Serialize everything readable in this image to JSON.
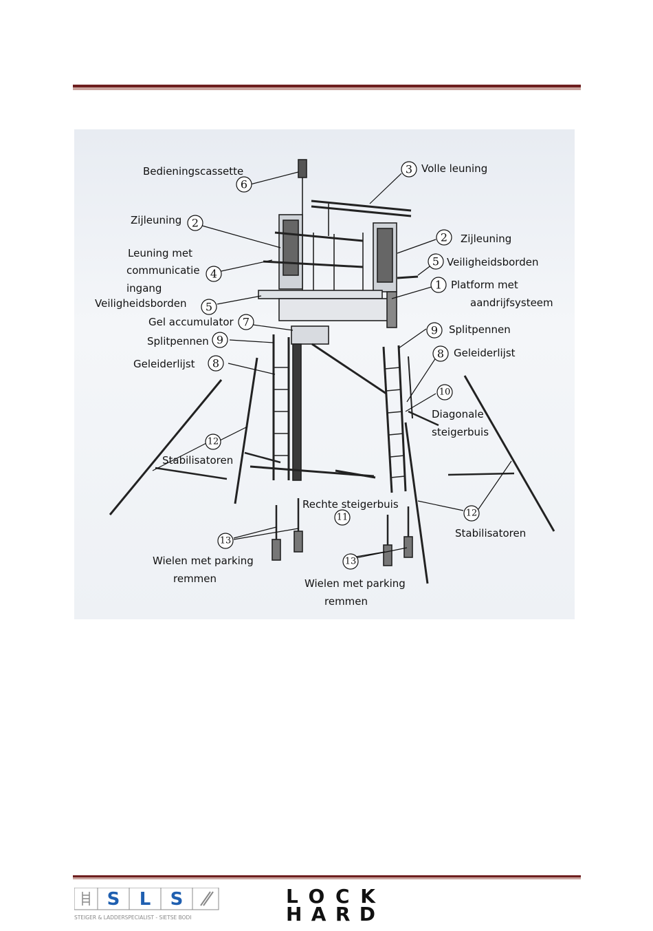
{
  "colors": {
    "rule_dark": "#6e1f1f",
    "rule_light": "#c9a49e",
    "callout": "#111111",
    "sls_blue": "#1f5fb0"
  },
  "labels": {
    "bedieningscassette": "Bedieningscassette",
    "volle_leuning": "Volle leuning",
    "zijleuning_left": "Zijleuning",
    "zijleuning_right": "Zijleuning",
    "leuning_line1": "Leuning met",
    "leuning_line2": "communicatie",
    "leuning_line3": "ingang",
    "veiligheidsborden_left": "Veiligheidsborden",
    "veiligheidsborden_right": "Veiligheidsborden",
    "platform_line1": "Platform met",
    "platform_line2": "aandrijfsysteem",
    "gel_accumulator": "Gel accumulator",
    "splitpennen_left": "Splitpennen",
    "splitpennen_right": "Splitpennen",
    "geleiderlijst_left": "Geleiderlijst",
    "geleiderlijst_right": "Geleiderlijst",
    "diagonale_line1": "Diagonale",
    "diagonale_line2": "steigerbuis",
    "stabilisatoren_left": "Stabilisatoren",
    "stabilisatoren_right": "Stabilisatoren",
    "rechte_steigerbuis": "Rechte steigerbuis",
    "wielen_left_line1": "Wielen met parking",
    "wielen_left_line2": "remmen",
    "wielen_right_line1": "Wielen met parking",
    "wielen_right_line2": "remmen"
  },
  "numbers": {
    "n1": "1",
    "n2a": "2",
    "n2b": "2",
    "n3": "3",
    "n4": "4",
    "n5a": "5",
    "n5b": "5",
    "n6": "6",
    "n7": "7",
    "n8a": "8",
    "n8b": "8",
    "n9a": "9",
    "n9b": "9",
    "n10": "10",
    "n11": "11",
    "n12a": "12",
    "n12b": "12",
    "n13a": "13",
    "n13b": "13"
  },
  "footer": {
    "sls_letters": [
      "S",
      "L",
      "S"
    ],
    "sls_tagline": "STEIGER & LADDERSPECIALIST - SIETSE BODI",
    "lock_line1": "LOCK",
    "lock_line2": "HARD"
  }
}
